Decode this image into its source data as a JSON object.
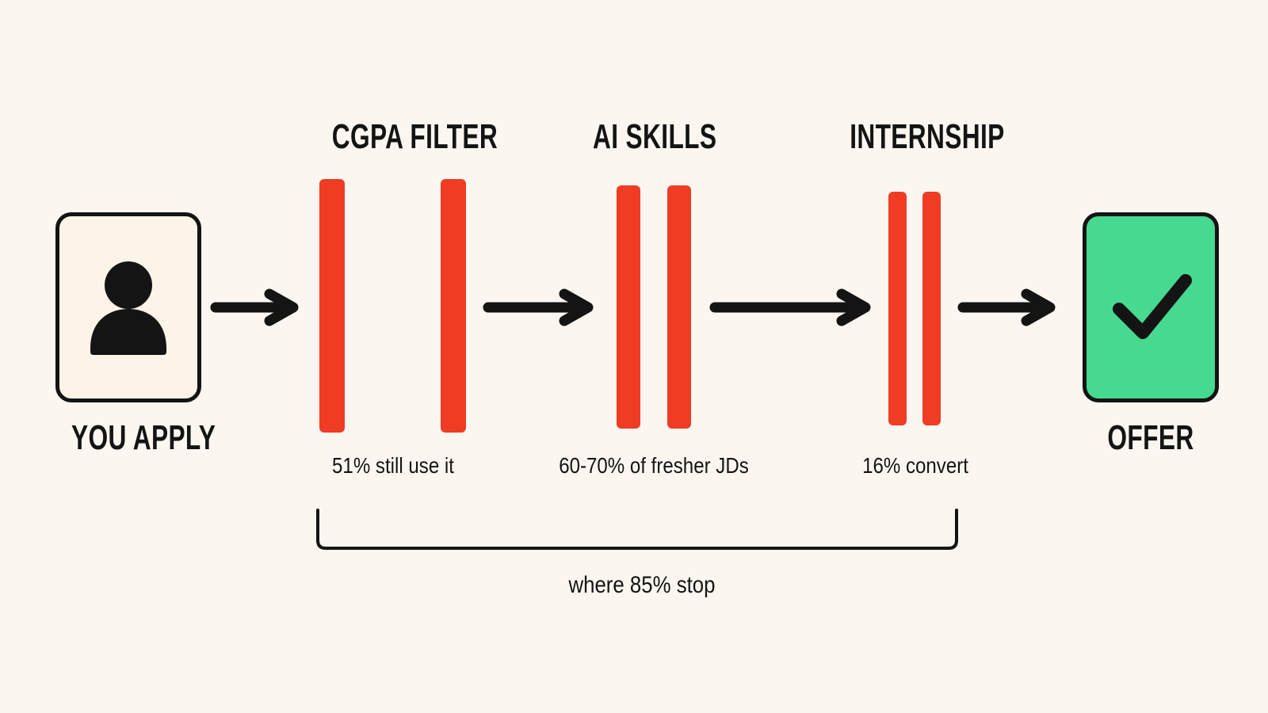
{
  "start": {
    "label": "YOU APPLY",
    "icon": "person-icon"
  },
  "gates": [
    {
      "title": "CGPA FILTER",
      "note": "51% still use it"
    },
    {
      "title": "AI SKILLS",
      "note": "60-70% of fresher JDs"
    },
    {
      "title": "INTERNSHIP",
      "note": "16% convert"
    }
  ],
  "end": {
    "label": "OFFER",
    "icon": "checkmark-icon"
  },
  "bracket_note": "where 85% stop",
  "colors": {
    "background": "#fcf6f0",
    "gate_bar": "#f03c24",
    "offer_fill": "#46d990",
    "start_fill": "#fcf4e8",
    "ink": "#141414"
  }
}
